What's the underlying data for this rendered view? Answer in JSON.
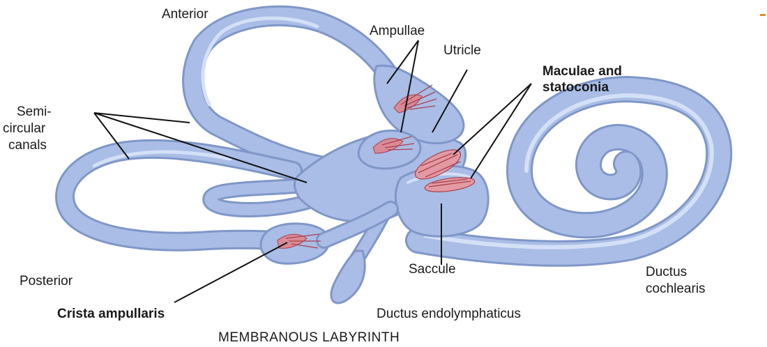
{
  "labels": {
    "anterior": "Anterior",
    "ampullae": "Ampullae",
    "utricle": "Utricle",
    "maculae_line1": "Maculae and",
    "maculae_line2": "statoconia",
    "semicircular_line1": "Semi-",
    "semicircular_line2": "circular",
    "semicircular_line3": "canals",
    "posterior": "Posterior",
    "crista_ampullaris": "Crista ampullaris",
    "ductus_endolymphaticus": "Ductus endolymphaticus",
    "saccule": "Saccule",
    "ductus_cochlearis_line1": "Ductus",
    "ductus_cochlearis_line2": "cochlearis",
    "caption": "MEMBRANOUS LABYRINTH"
  },
  "colors": {
    "membrane_fill": "#a9bde6",
    "membrane_outline": "#7f96c8",
    "sensory_tissue": "#d98a96",
    "leader_lines": "#111111"
  }
}
